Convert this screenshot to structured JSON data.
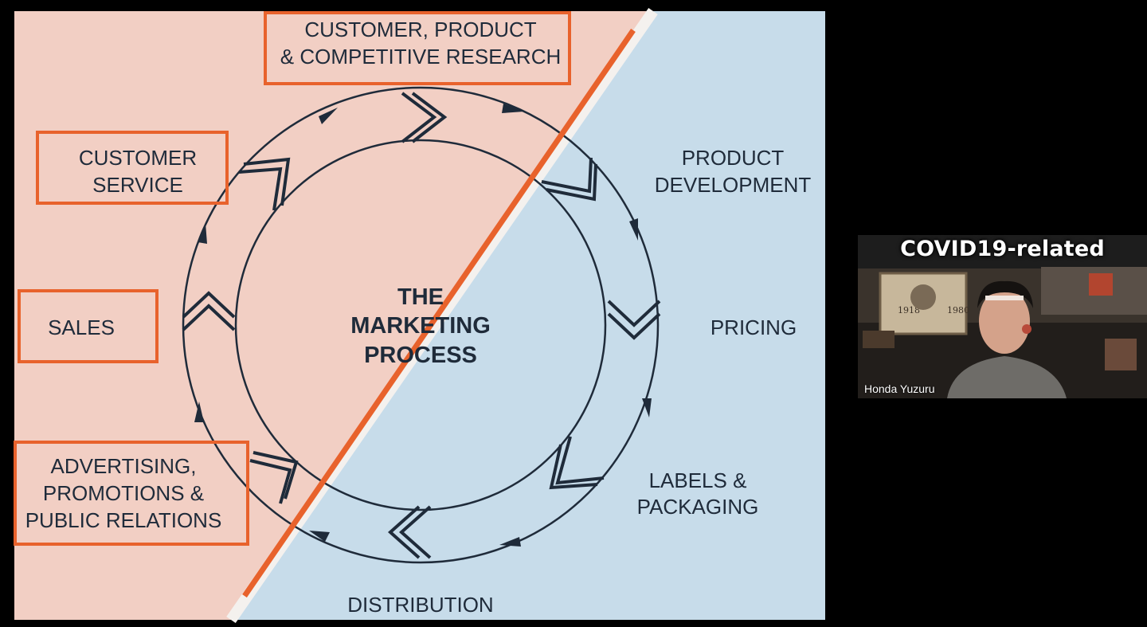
{
  "slide": {
    "center_title": [
      "THE",
      "MARKETING",
      "PROCESS"
    ],
    "boxed_steps": {
      "research": [
        "CUSTOMER, PRODUCT",
        "& COMPETITIVE RESEARCH"
      ],
      "customer_service": [
        "CUSTOMER",
        "SERVICE"
      ],
      "sales": [
        "SALES"
      ],
      "advertising": [
        "ADVERTISING,",
        "PROMOTIONS &",
        "PUBLIC RELATIONS"
      ]
    },
    "plain_steps": {
      "product_development": [
        "PRODUCT",
        "DEVELOPMENT"
      ],
      "pricing": [
        "PRICING"
      ],
      "labels_packaging": [
        "LABELS &",
        "PACKAGING"
      ],
      "distribution": [
        "DISTRIBUTION"
      ]
    },
    "colors": {
      "left_bg": "#f2cfc4",
      "right_bg": "#c7dcea",
      "accent_orange": "#e8622c",
      "ink": "#1f2b3a"
    }
  },
  "participant_video": {
    "title": "COVID19-related",
    "name": "Honda Yuzuru",
    "poster_years": [
      "1918",
      "1980"
    ]
  }
}
